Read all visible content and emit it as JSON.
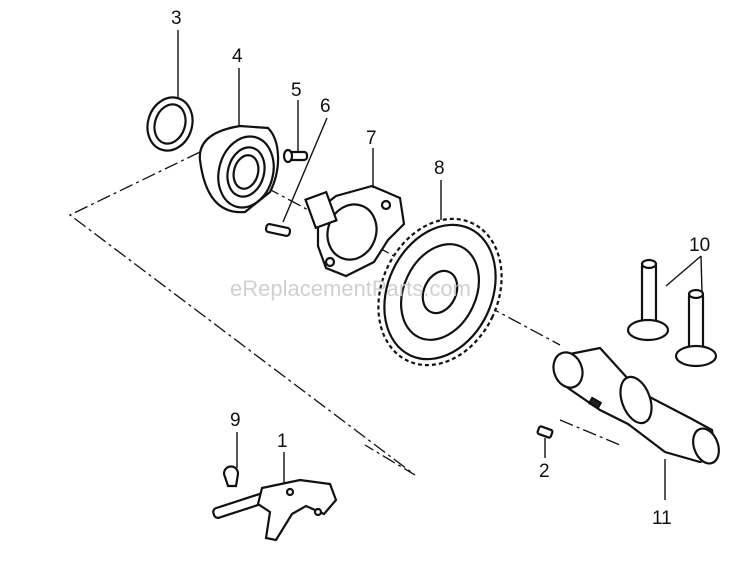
{
  "watermark": "eReplacementParts.com",
  "callouts": {
    "p1": "1",
    "p2": "2",
    "p3": "3",
    "p4": "4",
    "p5": "5",
    "p6": "6",
    "p7": "7",
    "p8": "8",
    "p9": "9",
    "p10": "10",
    "p11": "11"
  },
  "colors": {
    "ink": "#111111",
    "watermark": "#c8c8c8",
    "background": "#ffffff"
  }
}
